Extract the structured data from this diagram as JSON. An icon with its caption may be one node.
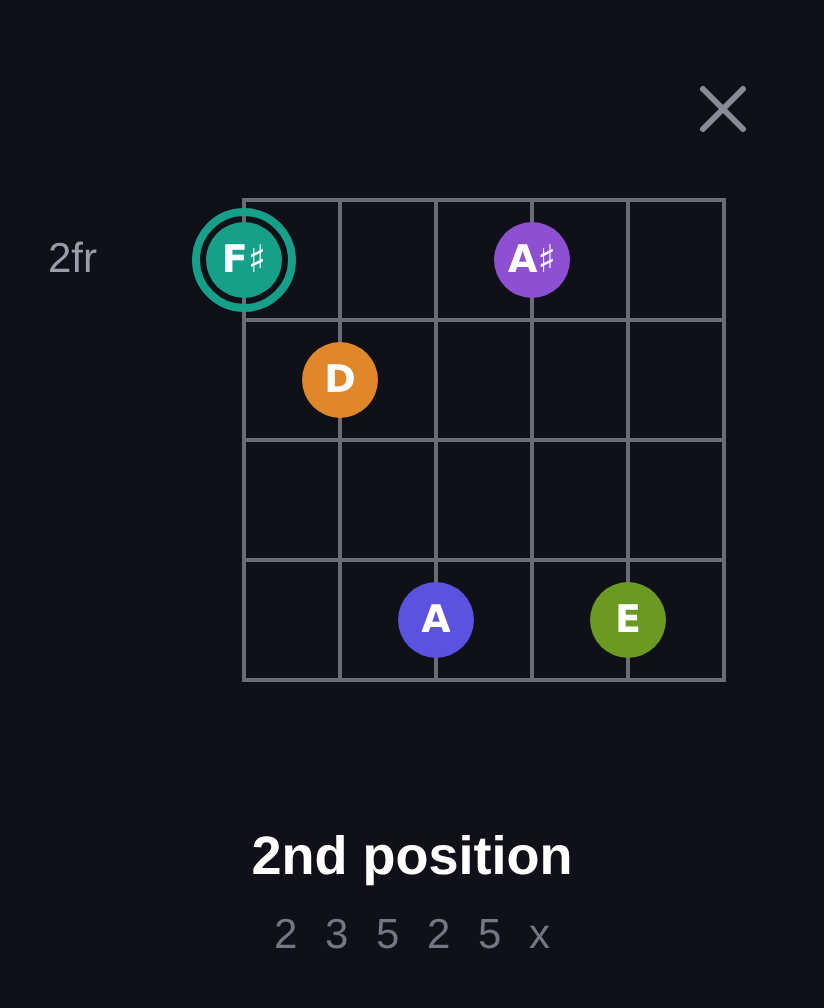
{
  "diagram": {
    "title": "2nd position",
    "nodes": [
      {
        "text": [
          "F♯"
        ]
      },
      {
        "text": [
          "A♯"
        ]
      },
      {
        "text": [
          "D"
        ]
      },
      {
        "text": [
          "A"
        ]
      },
      {
        "text": [
          "E"
        ]
      }
    ],
    "labels": [
      "2fr",
      "2 3 5 2 5 x"
    ]
  }
}
